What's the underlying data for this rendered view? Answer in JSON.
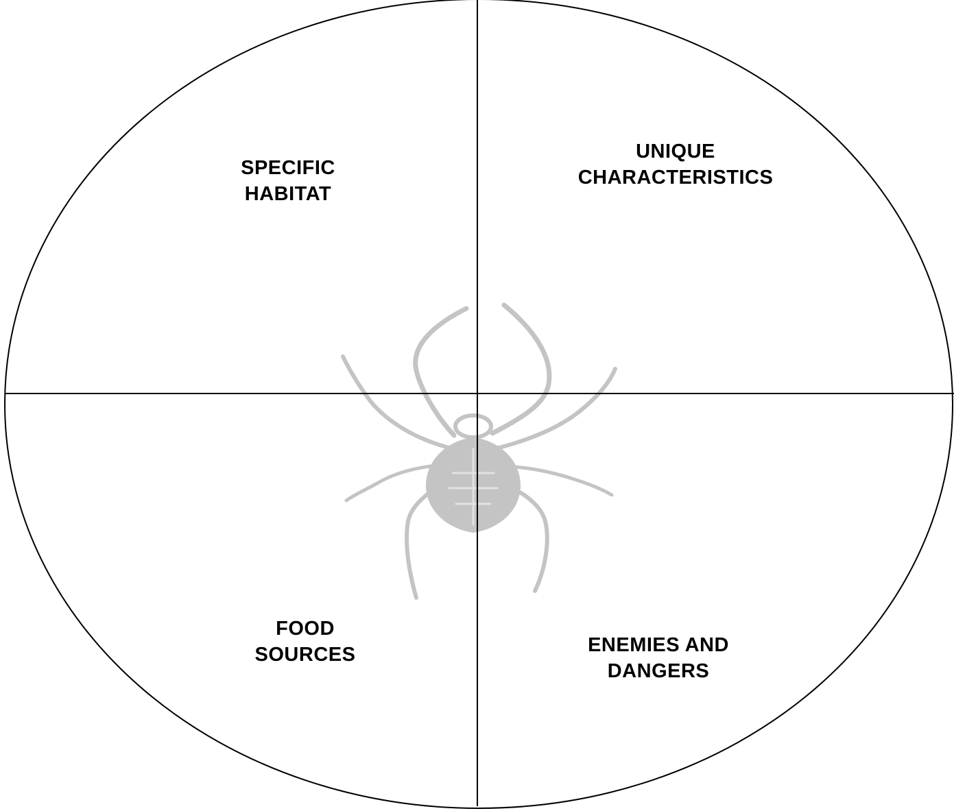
{
  "quadrants": {
    "top_left": {
      "line1": "SPECIFIC",
      "line2": "HABITAT"
    },
    "top_right": {
      "line1": "UNIQUE",
      "line2": "CHARACTERISTICS"
    },
    "bottom_left": {
      "line1": "FOOD",
      "line2": "SOURCES"
    },
    "bottom_right": {
      "line1": "ENEMIES AND",
      "line2": "DANGERS"
    }
  },
  "colors": {
    "outline": "#000000",
    "spider": "#c4c4c4",
    "background": "#ffffff"
  },
  "center_icon": "spider-icon"
}
